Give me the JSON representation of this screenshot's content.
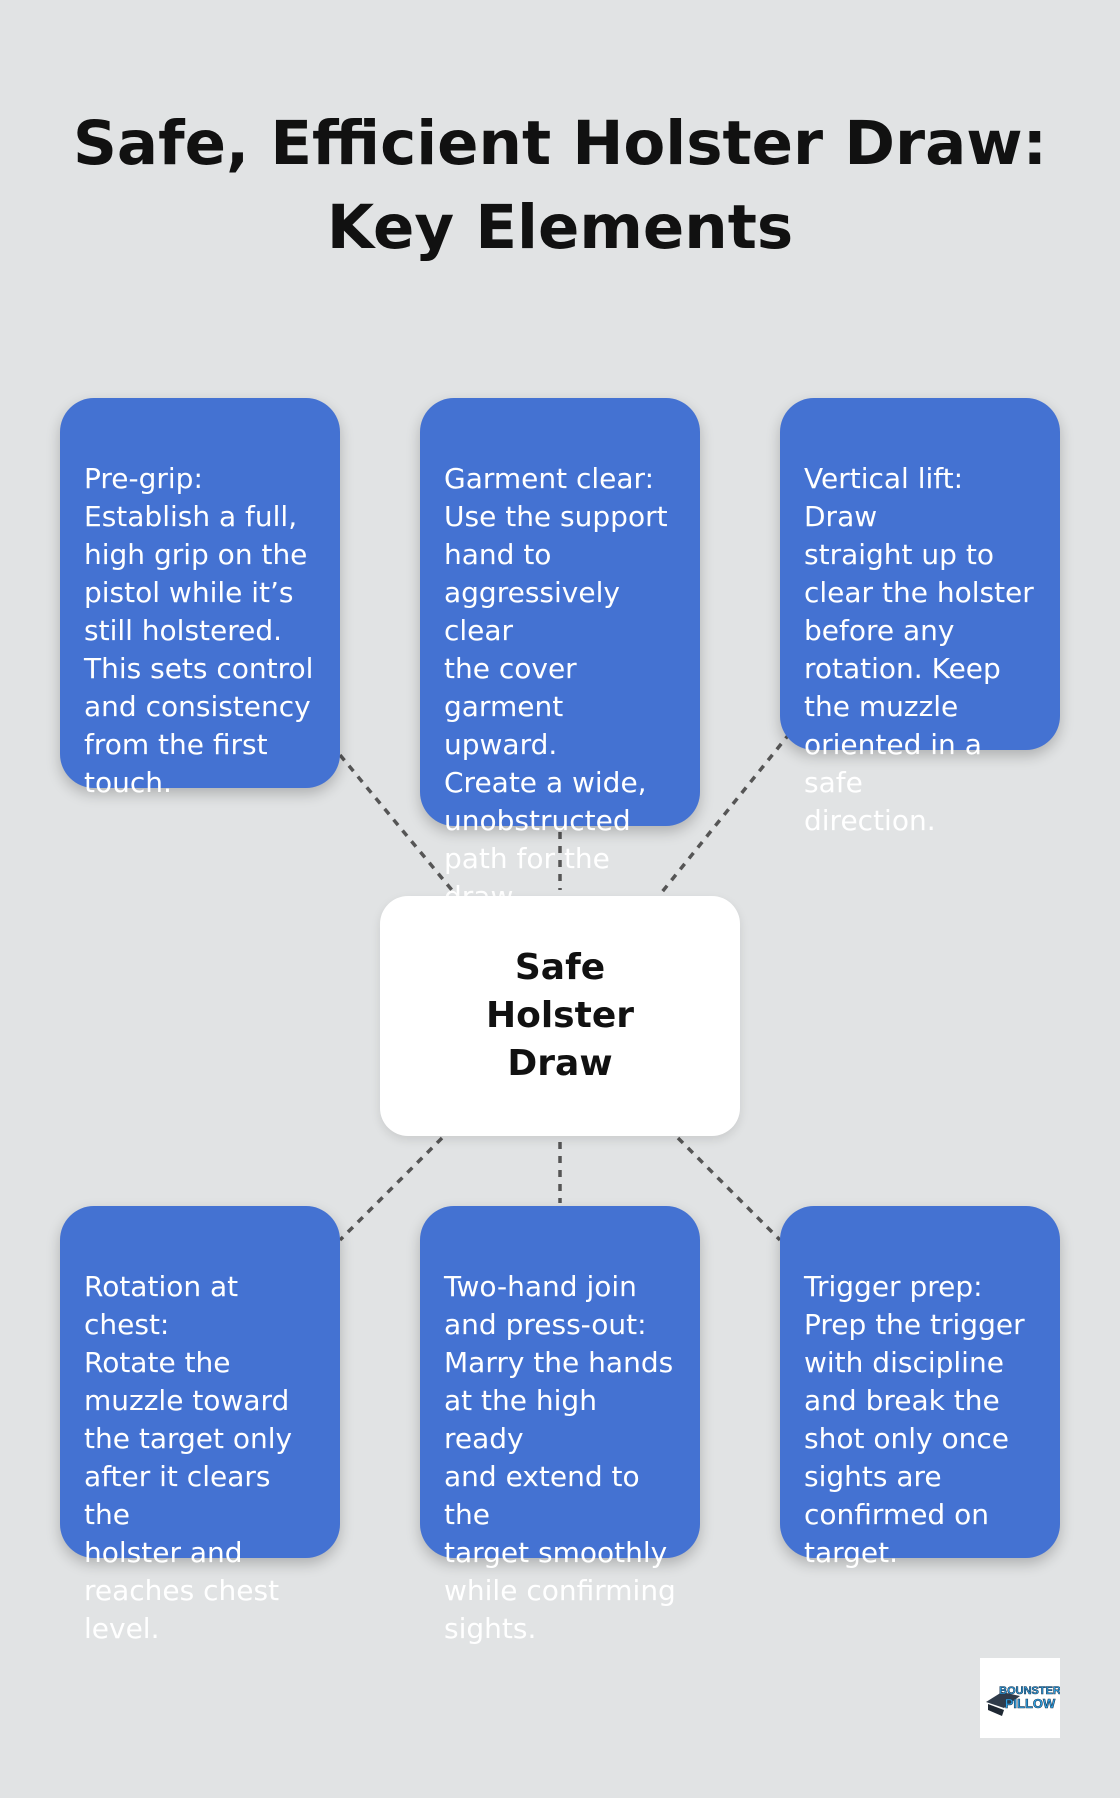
{
  "title": {
    "line1": "Safe, Efficient Holster Draw:",
    "line2": "Key Elements"
  },
  "center": {
    "label": "Safe Holster Draw"
  },
  "cards": [
    {
      "text": "Pre-grip:\nEstablish a full,\nhigh grip on the\npistol while it’s\nstill holstered.\nThis sets control\nand consistency\nfrom the first\ntouch."
    },
    {
      "text": "Garment clear:\nUse the support\nhand to\naggressively clear\nthe cover\ngarment upward.\nCreate a wide,\nunobstructed\npath for the\ndraw."
    },
    {
      "text": "Vertical lift: Draw\nstraight up to\nclear the holster\nbefore any\nrotation. Keep\nthe muzzle\noriented in a safe\ndirection."
    },
    {
      "text": "Rotation at chest:\nRotate the\nmuzzle toward\nthe target only\nafter it clears the\nholster and\nreaches chest\nlevel."
    },
    {
      "text": "Two-hand join\nand press-out:\nMarry the hands\nat the high ready\nand extend to the\ntarget smoothly\nwhile confirming\nsights."
    },
    {
      "text": "Trigger prep:\nPrep the trigger\nwith discipline\nand break the\nshot only once\nsights are\nconfirmed on\ntarget."
    }
  ],
  "logo": {
    "text": "BOUNSTER PILLOW",
    "icon": "brand-logo-icon"
  },
  "colors": {
    "background": "#e1e3e4",
    "card": "#4472d2",
    "card_text": "#ffffff",
    "center_box": "#ffffff",
    "connector": "#555555",
    "title": "#111111"
  }
}
